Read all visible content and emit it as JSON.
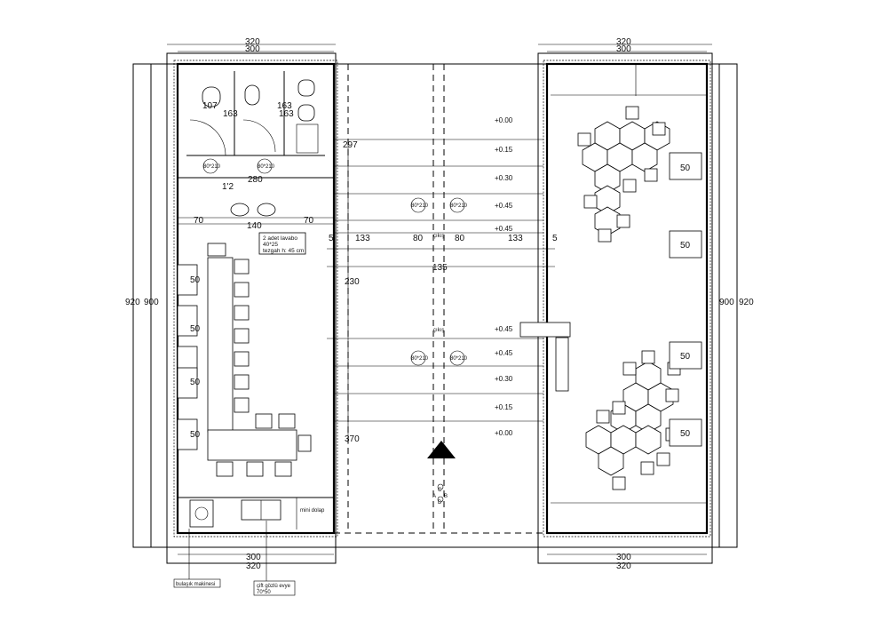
{
  "dimensions": {
    "width_320": "320",
    "width_300": "300",
    "height_920": "920",
    "height_900": "900",
    "d107": "107",
    "d163": "163",
    "d280": "280",
    "d112": "1'2",
    "d70": "70",
    "d140": "140",
    "d297": "297",
    "d5": "5",
    "d133": "133",
    "d80": "80",
    "d135": "135",
    "d230": "230",
    "d370": "370",
    "d50": "50"
  },
  "levels": [
    "+0.00",
    "+0.15",
    "+0.30",
    "+0.45",
    "+0.45"
  ],
  "levels_lower": [
    "+0.45",
    "+0.45",
    "+0.30",
    "+0.15",
    "+0.00"
  ],
  "door_tag": "80*210",
  "labels": {
    "lavabo": [
      "2 adet lavabo",
      "40*25",
      "tezgah h: 45 cm"
    ],
    "mini_dolap": "mini dolap",
    "bulasik": "bulaşık makinesi",
    "evye": [
      "çift gözlü evye",
      "70*50"
    ],
    "upper_mid": "çıkış",
    "lower_mid": "çıkış",
    "compass": [
      "A",
      "B",
      "C",
      "D"
    ]
  }
}
